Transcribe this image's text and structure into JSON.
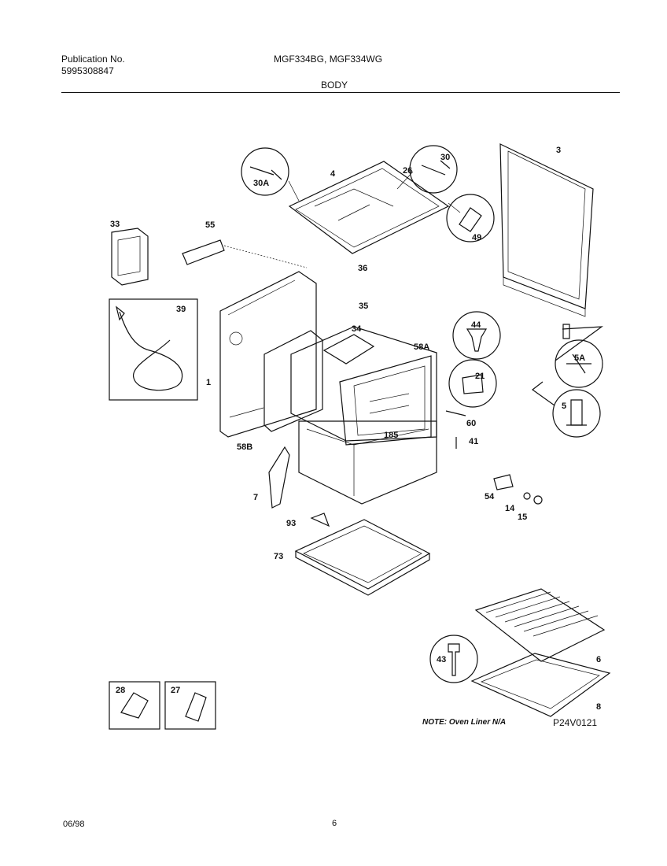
{
  "header": {
    "publication_label": "Publication No.",
    "publication_number": "5995308847",
    "models": "MGF334BG, MGF334WG",
    "section": "BODY"
  },
  "parts": [
    "3",
    "4",
    "26",
    "30",
    "30A",
    "49",
    "33",
    "55",
    "36",
    "35",
    "39",
    "34",
    "44",
    "58A",
    "21",
    "1",
    "58B",
    "185",
    "60",
    "41",
    "5A",
    "5",
    "7",
    "93",
    "73",
    "54",
    "14",
    "15",
    "43",
    "6",
    "8",
    "28",
    "27"
  ],
  "note": "NOTE: Oven Liner N/A",
  "diagram_code": "P24V0121",
  "footer": {
    "date": "06/98",
    "page": "6"
  }
}
